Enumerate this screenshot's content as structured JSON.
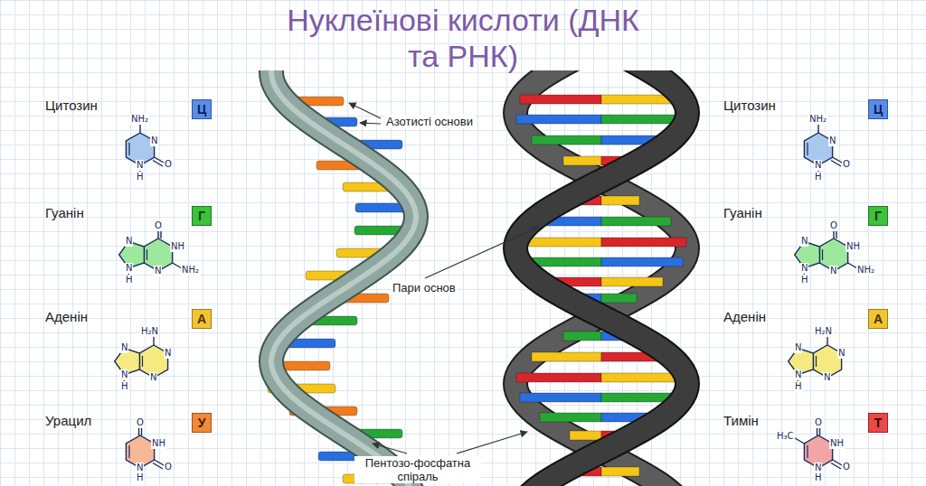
{
  "diagram": {
    "title": "Нуклеїнові кислоти (ДНК та РНК)",
    "nodes": [
      {
        "text": [
          "Ц"
        ]
      },
      {
        "text": [
          "Г"
        ]
      },
      {
        "text": [
          "А"
        ]
      },
      {
        "text": [
          "У"
        ]
      },
      {
        "text": [
          "Ц"
        ]
      },
      {
        "text": [
          "Г"
        ]
      },
      {
        "text": [
          "А"
        ]
      },
      {
        "text": [
          "Т"
        ]
      }
    ],
    "labels": [
      "Цитозин",
      "Гуанін",
      "Аденін",
      "Урацил",
      "Цитозин",
      "Гуанін",
      "Аденін",
      "Тимін",
      "Азотисті основи",
      "Пари основ",
      "Пентозо-фосфатна спіраль",
      "NH₂",
      "N",
      "O",
      "N",
      "H",
      "O",
      "NH",
      "NH₂",
      "N",
      "N",
      "N",
      "H",
      "H₂N",
      "N",
      "N",
      "N",
      "N",
      "H",
      "O",
      "NH",
      "O",
      "N",
      "H",
      "NH₂",
      "N",
      "O",
      "N",
      "H",
      "O",
      "NH",
      "NH₂",
      "N",
      "N",
      "N",
      "H",
      "H₂N",
      "N",
      "N",
      "N",
      "N",
      "H",
      "H₃C",
      "O",
      "NH",
      "O",
      "N",
      "H"
    ]
  }
}
